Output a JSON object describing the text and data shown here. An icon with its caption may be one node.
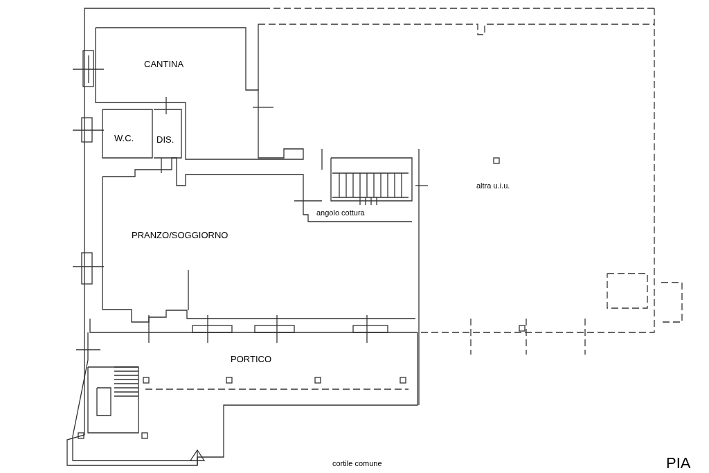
{
  "diagram": {
    "labels": [
      "CANTINA",
      "W.C.",
      "DIS.",
      "altra u.i.u.",
      "angolo cottura",
      "PRANZO/SOGGIORNO",
      "PORTICO",
      "cortile comune",
      "PIA"
    ]
  }
}
